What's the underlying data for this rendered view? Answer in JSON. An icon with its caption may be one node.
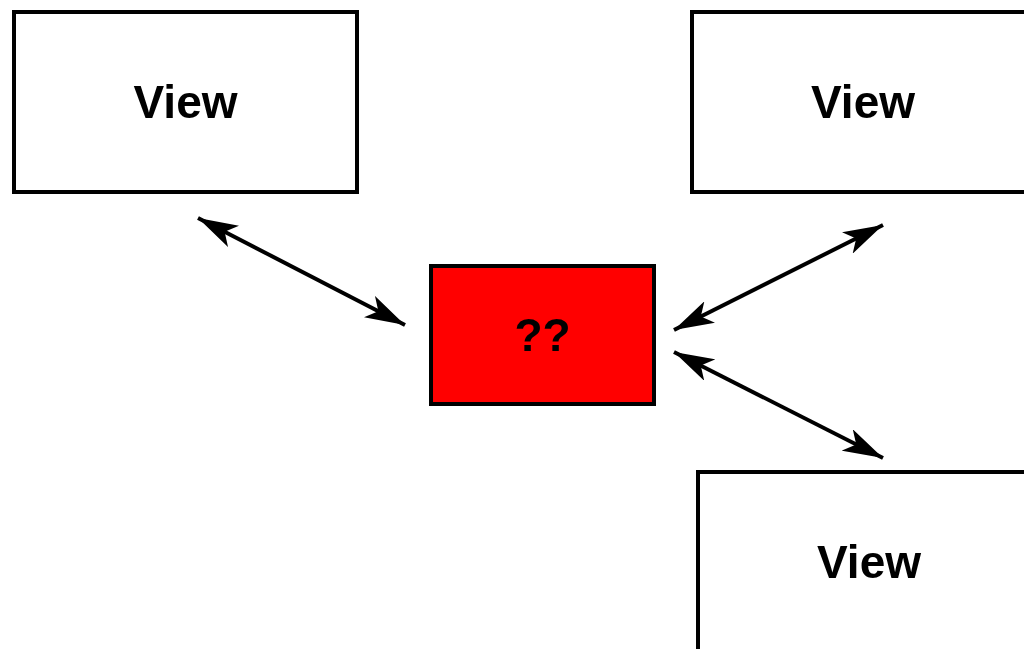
{
  "diagram": {
    "nodes": [
      {
        "text": [
          "View"
        ]
      },
      {
        "text": [
          "View"
        ]
      },
      {
        "text": [
          "??"
        ]
      },
      {
        "text": [
          "View"
        ]
      }
    ],
    "edges": [
      {
        "from": 0,
        "to": 2,
        "arrow": "both"
      },
      {
        "from": 2,
        "to": 1,
        "arrow": "both"
      },
      {
        "from": 2,
        "to": 3,
        "arrow": "both"
      }
    ]
  }
}
